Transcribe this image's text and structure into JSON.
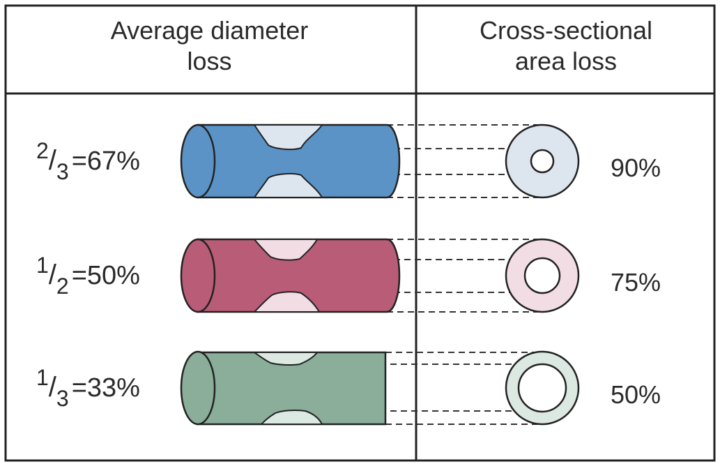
{
  "headers": {
    "left_line1": "Average diameter",
    "left_line2": "loss",
    "right_line1": "Cross-sectional",
    "right_line2": "area loss"
  },
  "rows": [
    {
      "numerator": "2",
      "denominator": "3",
      "equals_label": "=67%",
      "area_loss_label": "90%",
      "diameter_loss_fraction": 0.667,
      "area_loss_fraction": 0.9,
      "color": "#5b93c6",
      "light_color": "#dde5ee"
    },
    {
      "numerator": "1",
      "denominator": "2",
      "equals_label": "=50%",
      "area_loss_label": "75%",
      "diameter_loss_fraction": 0.5,
      "area_loss_fraction": 0.75,
      "color": "#b95c78",
      "light_color": "#f2dde5"
    },
    {
      "numerator": "1",
      "denominator": "3",
      "equals_label": "=33%",
      "area_loss_label": "50%",
      "diameter_loss_fraction": 0.333,
      "area_loss_fraction": 0.5,
      "color": "#8aae9a",
      "light_color": "#dce8e2"
    }
  ]
}
